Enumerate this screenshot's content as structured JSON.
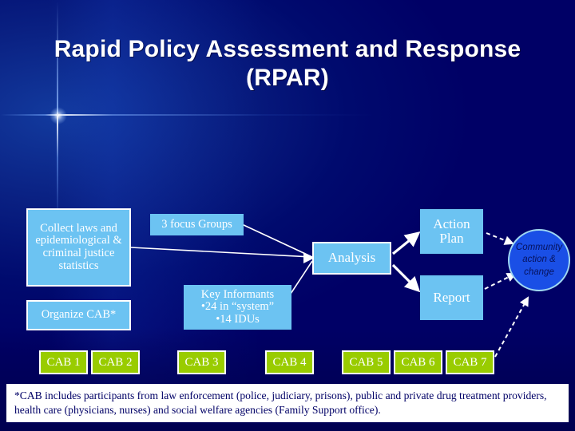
{
  "slide": {
    "title": "Rapid Policy Assessment and Response (RPAR)",
    "background_color": "#000080",
    "accent_box_color": "#6CC3F2",
    "cab_box_color": "#99CC00",
    "circle_color": "#1A4FE6"
  },
  "diagram": {
    "type": "flow",
    "boxes": [
      {
        "id": "collect",
        "label": "Collect laws and epidemiological & criminal justice statistics"
      },
      {
        "id": "organize_cab",
        "label": "Organize CAB*"
      },
      {
        "id": "focus_groups",
        "label": "3 focus Groups"
      },
      {
        "id": "key_informants",
        "label": "Key Informants\n•24 in “system”\n•14 IDUs"
      },
      {
        "id": "key_informants_line1",
        "label": "Key Informants"
      },
      {
        "id": "key_informants_line2",
        "label": "•24 in “system”"
      },
      {
        "id": "key_informants_line3",
        "label": "•14 IDUs"
      },
      {
        "id": "analysis",
        "label": "Analysis"
      },
      {
        "id": "action_plan",
        "label": "Action Plan"
      },
      {
        "id": "report",
        "label": "Report"
      }
    ],
    "circle": {
      "id": "community",
      "line1": "Community",
      "line2": "action &",
      "line3": "change"
    },
    "cab_boxes": [
      {
        "label": "CAB 1"
      },
      {
        "label": "CAB 2"
      },
      {
        "label": "CAB 3"
      },
      {
        "label": "CAB 4"
      },
      {
        "label": "CAB 5"
      },
      {
        "label": "CAB 6"
      },
      {
        "label": "CAB 7"
      }
    ]
  },
  "footnote": {
    "text": "*CAB includes participants from law enforcement (police, judiciary, prisons),  public and private drug treatment providers, health care (physicians, nurses) and social welfare agencies (Family Support office)."
  }
}
